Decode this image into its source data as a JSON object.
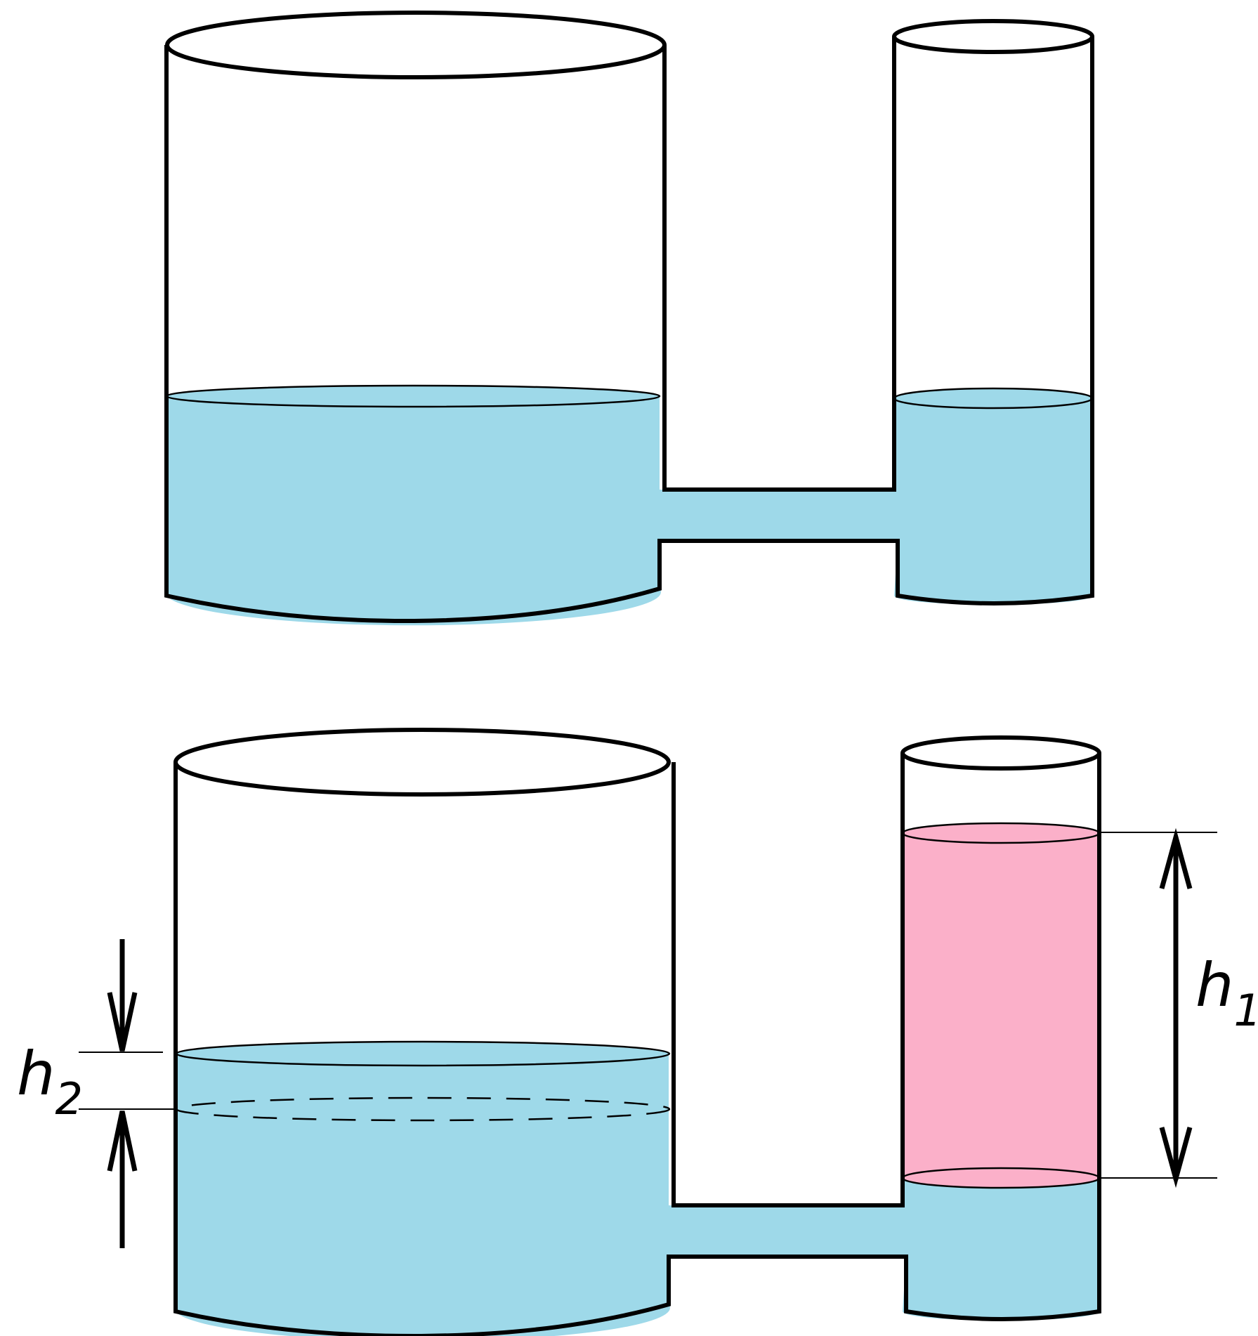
{
  "colors": {
    "water": "#9ED9E9",
    "pink_liquid": "#FBB0C9",
    "outline": "#000000",
    "background": "#FFFFFF"
  },
  "labels": {
    "h1_base": "h",
    "h1_sub": "1",
    "h2_base": "h",
    "h2_sub": "2"
  }
}
